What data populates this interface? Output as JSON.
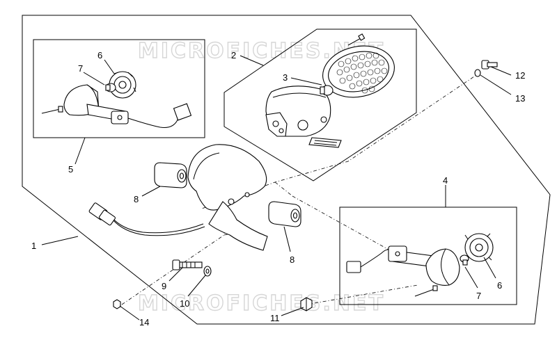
{
  "watermark": {
    "top": "MICROFICHES.NET",
    "bottom": "MICROFICHES.NET"
  },
  "callouts": {
    "c1": "1",
    "c2": "2",
    "c3": "3",
    "c4": "4",
    "c5": "5",
    "c6_top": "6",
    "c6_right": "6",
    "c7_top": "7",
    "c7_right": "7",
    "c8_left": "8",
    "c8_center": "8",
    "c9": "9",
    "c10": "10",
    "c11": "11",
    "c12": "12",
    "c13": "13",
    "c14": "14"
  }
}
